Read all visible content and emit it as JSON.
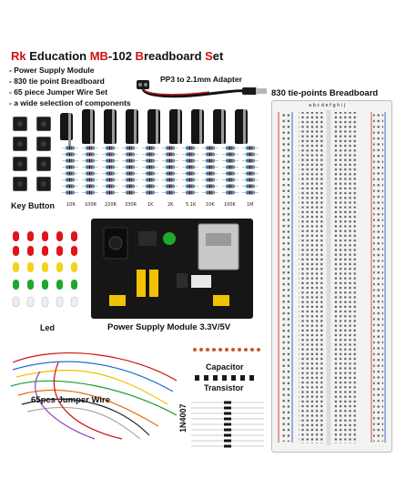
{
  "title": {
    "rk": "Rk",
    "education": " Education ",
    "mb": "MB",
    "model": "-102 ",
    "b": "B",
    "readboard": "readboard ",
    "s": "S",
    "et": "et"
  },
  "features": [
    "- Power Supply Module",
    "- 830 tie point Breadboard",
    "- 65 piece Jumper Wire Set",
    "- a wide selection of components"
  ],
  "labels": {
    "adapter": "PP3 to 2.1mm Adapter",
    "breadboard": "830 tie-points Breadboard",
    "key_button": "Key Button",
    "led": "Led",
    "power_supply": "Power Supply Module 3.3V/5V",
    "jumper": "65pcs Jumper Wire",
    "capacitor": "Capacitor",
    "transistor": "Transistor",
    "diode": "1N4007"
  },
  "resistor_values": [
    "10R",
    "100R",
    "220R",
    "330R",
    "1K",
    "2K",
    "5.1K",
    "10K",
    "100K",
    "1M"
  ],
  "breadboard_header": "a b c d e     f g h i j",
  "colors": {
    "accent_red": "#d01010",
    "led_colors": [
      "#e0141a",
      "#f2d21b",
      "#1ea82c",
      "#e9e9e9"
    ],
    "psu_jumper": "#f2c200",
    "usb": "#c8c8c8",
    "rail_red": "#d21a1a",
    "rail_blue": "#1a3fc9"
  }
}
